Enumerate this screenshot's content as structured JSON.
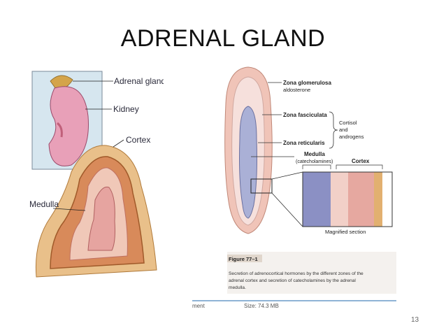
{
  "slide": {
    "title": "ADRENAL GLAND",
    "number": "13"
  },
  "left_figure": {
    "labels": {
      "adrenal_gland": "Adrenal gland",
      "kidney": "Kidney",
      "cortex": "Cortex",
      "medulla": "Medulla"
    }
  },
  "right_figure": {
    "labels": {
      "zona_glomerulosa": "Zona glomerulosa",
      "aldosterone": "aldosterone",
      "zona_fasciculata": "Zona fasciculata",
      "zona_reticularis": "Zona reticularis",
      "cortisol_line1": "Cortisol",
      "cortisol_line2": "and",
      "cortisol_line3": "androgens",
      "medulla": "Medulla",
      "catecholamines": "(catecholamines)",
      "cortex": "Cortex",
      "magnified": "Magnified section"
    },
    "figure_number": "Figure 77–1",
    "caption_line1": "Secretion of adrenocortical hormones by the different zones of the",
    "caption_line2": "adrenal cortex and secretion of catecholamines by the adrenal",
    "caption_line3": "medulla.",
    "footer_left": "ment",
    "footer_right": "Size: 74.3 MB"
  },
  "colors": {
    "cortex_pink": "#efc2bd",
    "kidney_pink": "#e59bb0",
    "medulla_blue": "#9aa0c8",
    "gland_tan": "#d8a067",
    "background_blue": "#cfe3ee"
  }
}
